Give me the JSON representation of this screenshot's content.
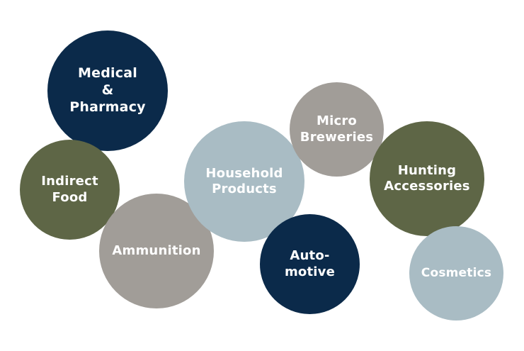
{
  "bubbles": {
    "medical": {
      "label": "Medical\n&\nPharmacy",
      "color": "#0b2a4a"
    },
    "indirect": {
      "label": "Indirect\nFood",
      "color": "#5e6646"
    },
    "ammunition": {
      "label": "Ammunition",
      "color": "#a19d98"
    },
    "household": {
      "label": "Household\nProducts",
      "color": "#a9bcc4"
    },
    "micro": {
      "label": "Micro\nBreweries",
      "color": "#a19d98"
    },
    "hunting": {
      "label": "Hunting\nAccessories",
      "color": "#5e6646"
    },
    "auto": {
      "label": "Auto-\nmotive",
      "color": "#0b2a4a"
    },
    "cosmetics": {
      "label": "Cosmetics",
      "color": "#a9bcc4"
    }
  }
}
